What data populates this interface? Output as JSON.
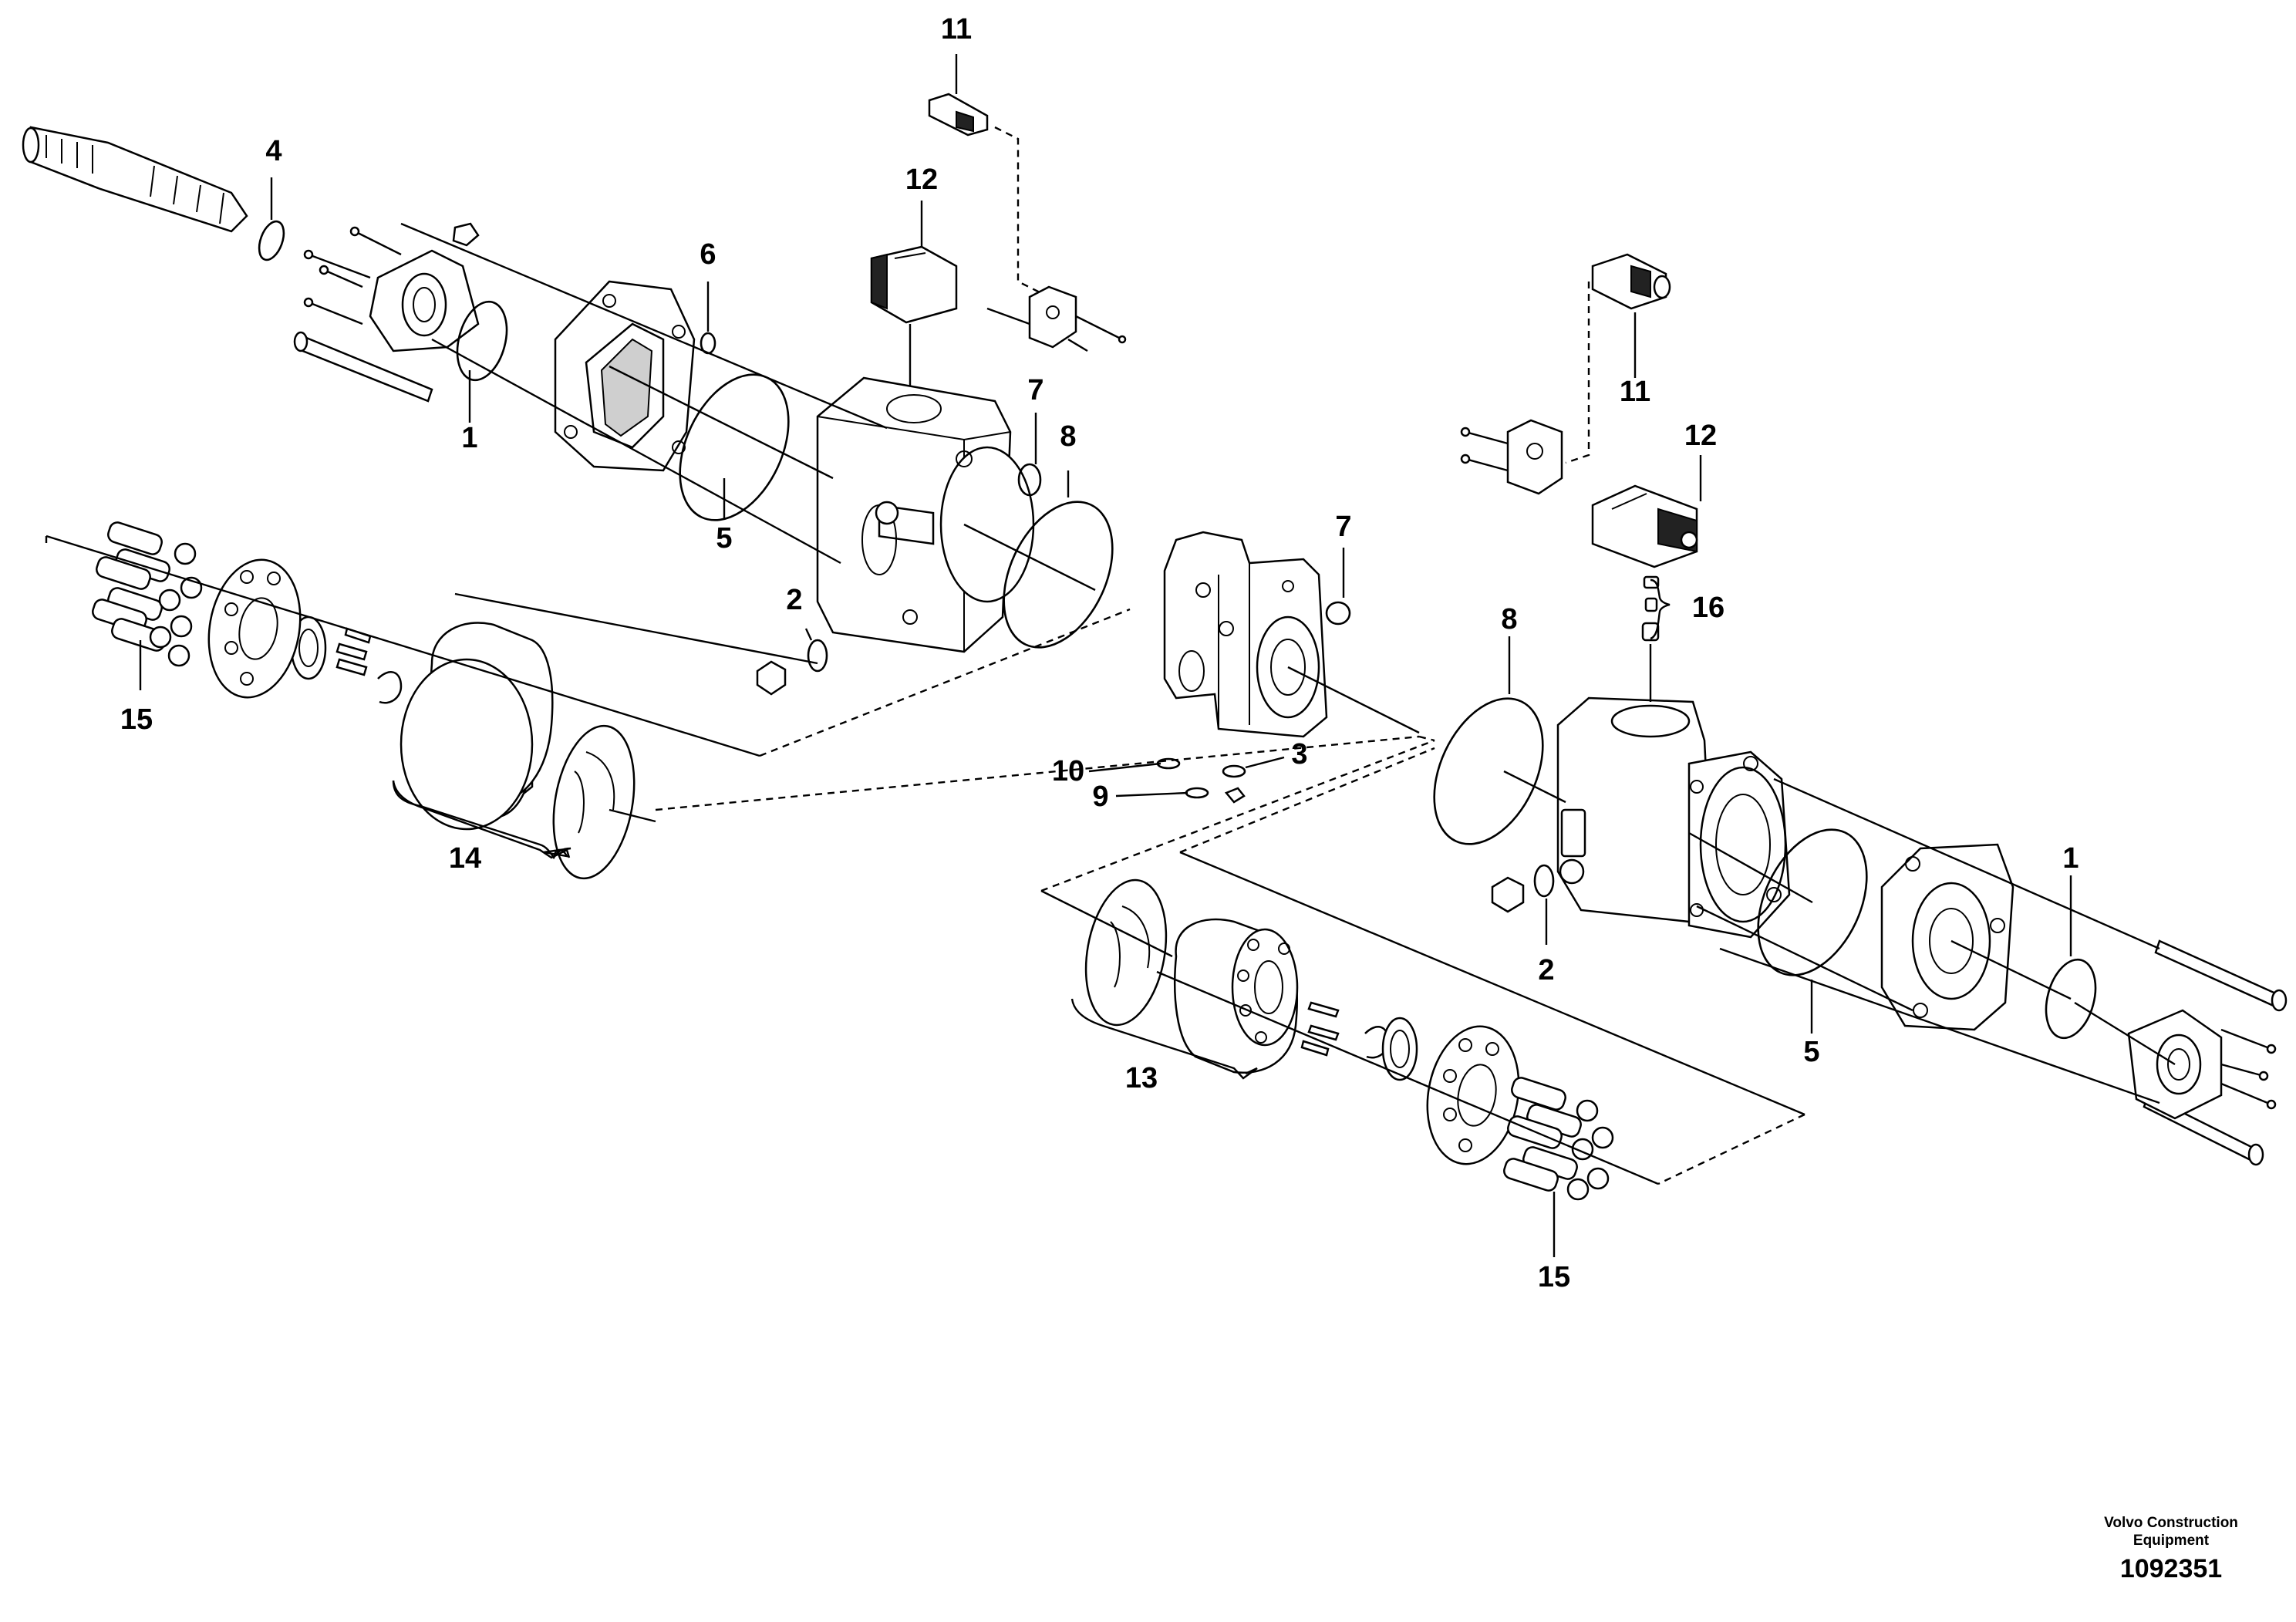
{
  "callouts": {
    "c1_left": "1",
    "c1_right": "1",
    "c2_left": "2",
    "c2_right": "2",
    "c3": "3",
    "c4": "4",
    "c5_left": "5",
    "c5_right": "5",
    "c6": "6",
    "c7_left": "7",
    "c7_mid": "7",
    "c8_left": "8",
    "c8_right": "8",
    "c9": "9",
    "c10": "10",
    "c11_left": "11",
    "c11_right": "11",
    "c12_left": "12",
    "c12_right": "12",
    "c13": "13",
    "c14": "14",
    "c15_left": "15",
    "c15_right": "15",
    "c16": "16"
  },
  "credit": {
    "line1": "Volvo Construction",
    "line2": "Equipment",
    "code": "1092351"
  }
}
